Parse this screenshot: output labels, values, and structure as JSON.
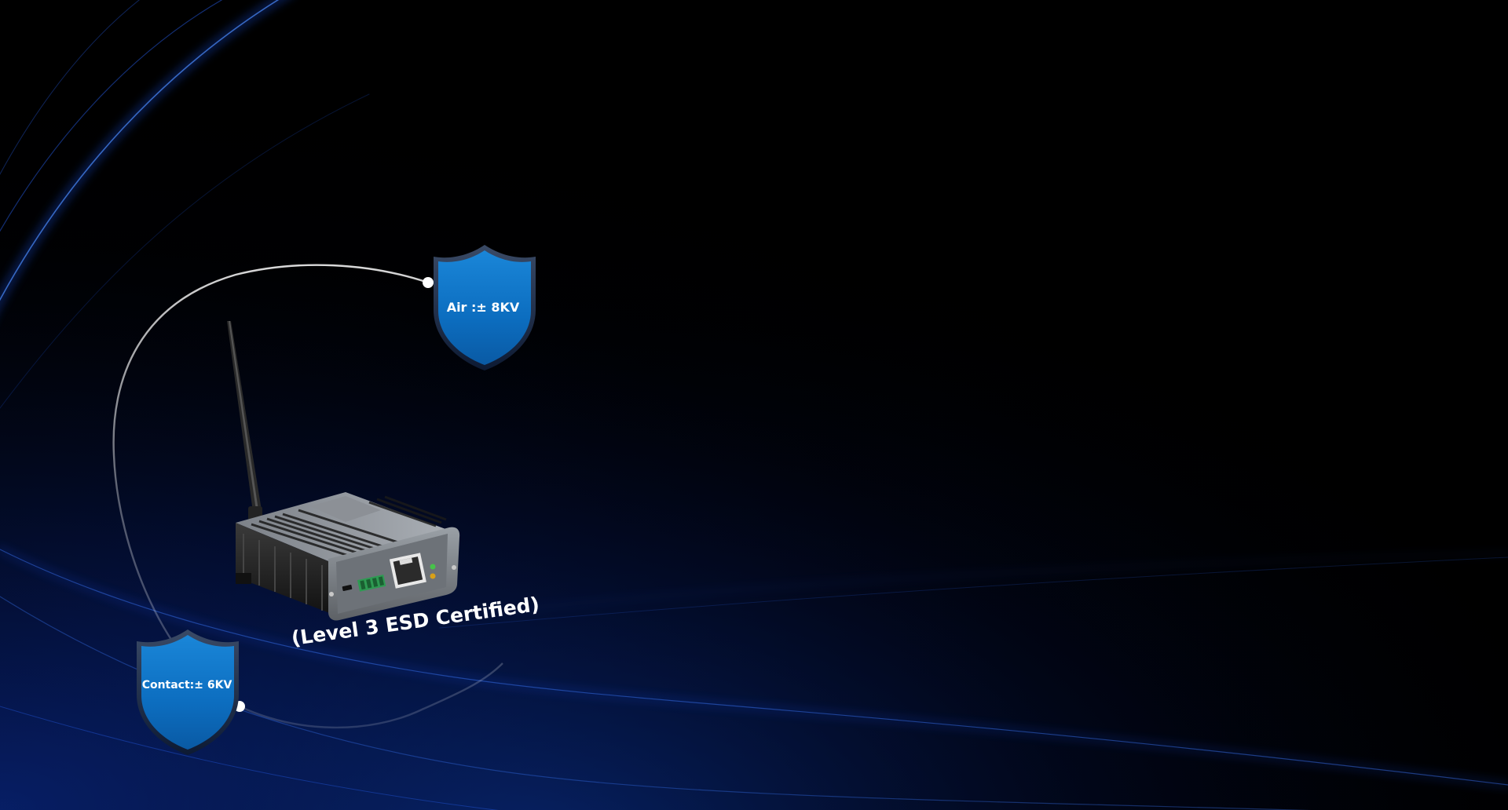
{
  "badges": {
    "air": {
      "label": "Air :± 8KV"
    },
    "contact": {
      "label": "Contact:± 6KV"
    }
  },
  "caption": "(Level 3 ESD Certified)",
  "colors": {
    "background": "#000000",
    "accent_blue": "#0d6fc0",
    "glow_blue": "#1846c8",
    "text": "#ffffff"
  },
  "icons": {
    "device": "router-device-image",
    "shield": "shield-icon"
  }
}
